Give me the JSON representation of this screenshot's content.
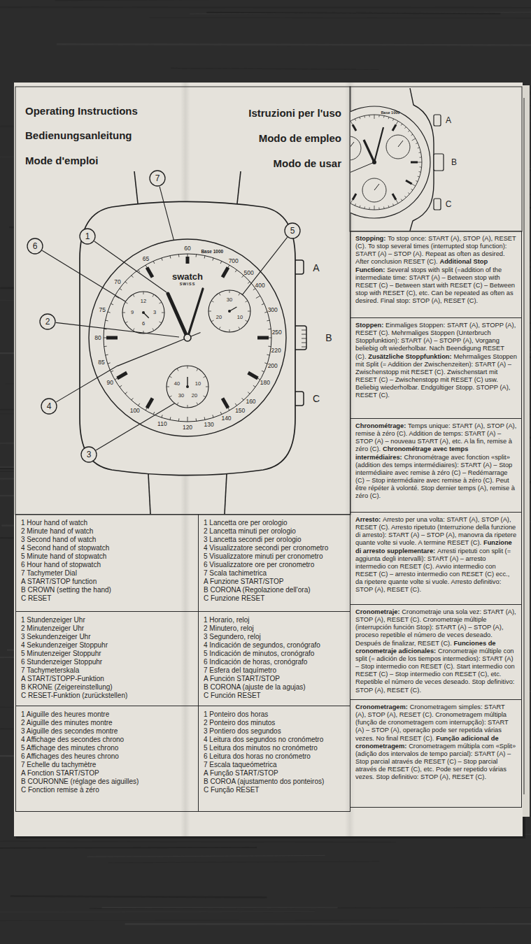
{
  "diagram": {
    "nodes": [
      {
        "text": [
          "1"
        ]
      },
      {
        "text": [
          "2"
        ]
      },
      {
        "text": [
          "3"
        ]
      },
      {
        "text": [
          "4"
        ]
      },
      {
        "text": [
          "5"
        ]
      },
      {
        "text": [
          "6"
        ]
      },
      {
        "text": [
          "7"
        ]
      },
      {
        "text": [
          "1 Hour hand of watch",
          "2 Minute hand of watch",
          "3 Second hand of watch",
          "4 Second hand of stopwatch",
          "5 Minute hand of stopwatch",
          "6 Hour hand of stopwatch",
          "7 Tachymeter Dial",
          "A START/STOP function",
          "B CROWN (setting the hand)",
          "C RESET"
        ]
      },
      {
        "text": [
          "1 Lancetta ore per orologio",
          "2 Lancetta minuti per orologio",
          "3 Lancetta secondi per orologio",
          "4 Visualizzatore secondi per cronometro",
          "5 Visualizzatore minuti per cronometro",
          "6 Visualizzatore ore per cronometro",
          "7 Scala tachimetrica",
          "A Funzione START/STOP",
          "B CORONA (Regolazione dell'ora)",
          "C Funzione RESET"
        ]
      },
      {
        "text": [
          "1 Stundenzeiger Uhr",
          "2 Minutenzeiger Uhr",
          "3 Sekundenzeiger Uhr",
          "4 Sekundenzeiger Stoppuhr",
          "5 Minutenzeiger Stoppuhr",
          "6 Stundenzeiger Stoppuhr",
          "7 Tachymeterskala",
          "A START/STOPP-Funktion",
          "B KRONE (Zeigereinstellung)",
          "C RESET-Funktion (zurückstellen)"
        ]
      },
      {
        "text": [
          "1 Horario, reloj",
          "2 Minutero, reloj",
          "3 Segundero, reloj",
          "4 Indicación de segundos, cronógrafo",
          "5 Indicación de minutos, cronógrafo",
          "6 Indicación de horas, cronógrafo",
          "7 Esfera del taquímetro",
          "A Función START/STOP",
          "B CORONA (ajuste de la agujas)",
          "C Función RESET"
        ]
      },
      {
        "text": [
          "1 Aiguille des heures montre",
          "2 Aiguille des minutes montre",
          "3 Aiguille des secondes montre",
          "4 Affichage des secondes chrono",
          "5 Affichage des minutes chrono",
          "6 Affichages des heures chrono",
          "7 Echelle du tachymètre",
          "A Fonction START/STOP",
          "B COURONNE (réglage des aiguilles)",
          "C Fonction remise à zéro"
        ]
      },
      {
        "text": [
          "1 Ponteiro dos horas",
          "2 Ponteiro dos minutos",
          "3 Pontiero dos segundos",
          "4 Leitura dos segundos no cronómetro",
          "5 Leitura dos minutos no cronómetro",
          "6 Leitura dos horas no cronómetro",
          "7 Escala taqueómetrica",
          "A Função START/STOP",
          "B COROA (ajustamento dos ponteiros)",
          "C Função RESET"
        ]
      },
      {
        "text": [
          "Stopping:",
          "To stop once: START (A), STOP (A), RESET (C). To stop several times (interrupted stop function): START (A) – STOP (A). Repeat as often as desired. After conclusion RESET (C).",
          "Additional Stop Function:",
          "Several stops with split (=addition of the intermediate time: START (A) – Between stop with RESET (C) – Between start with RESET (C) – Between stop with RESET (C), etc. Can be repeated as often as desired. Final stop: STOP (A), RESET (C)."
        ]
      },
      {
        "text": [
          "Stoppen:",
          "Einmaliges Stoppen: START (A), STOPP (A), RESET (C). Mehrmaliges Stoppen (Unterbruch Stoppfunktion): START (A) – STOPP (A), Vorgang beliebig oft wiederholbar. Nach Beendigung RESET (C).",
          "Zusätzliche Stoppfunktion:",
          "Mehrmaliges Stoppen mit Split (= Addition der Zwischenzeiten): START (A) – Zwischenstopp mit RESET (C). Zwischenstart mit RESET (C) – Zwischenstopp mit RESET (C) usw. Beliebig wiederholbar. Endgültiger Stopp. STOPP (A), RESET (C)."
        ]
      },
      {
        "text": [
          "Chronométrage:",
          "Temps unique: START (A), STOP (A), remise à zéro (C). Addition de temps: START (A) – STOP (A) – nouveau START (A), etc. A la fin, remise à zéro (C).",
          "Chronométrage avec temps intermédiaires:",
          "Chronométrage avec fonction «split» (addition des temps intermédiaires): START (A) – Stop intermédiaire avec remise à zéro (C) – Redémarrage (C) – Stop intermédiaire avec remise à zéro (C). Peut être répéter à volonté. Stop dernier temps (A), remise à zéro (C)."
        ]
      },
      {
        "text": [
          "Arresto:",
          "Arresto per una volta: START (A), STOP (A), RESET (C). Arresto ripetuto (Interruzione della funzione di arresto): START (A) – STOP (A), manovra da ripetere quante volte si vuole. A termine RESET (C).",
          "Funzione di arresto supplementare:",
          "Arresti ripetuti con split (= aggiunta degli intervalli): START (A) – arresto intermedio con RESET (C). Avvio intermedio con RESET (C) – arresto intermedio con RESET (C) ecc., da ripetere quante volte si vuole. Arresto definitivo: STOP (A), RESET (C)."
        ]
      },
      {
        "text": [
          "Cronometraje:",
          "Cronometraje una sola vez: START (A), STOP (A), RESET (C). Cronometraje múltiple (interrupción función Stop): START (A) – STOP (A), proceso repetible el número de veces deseado. Después de finalizar, RESET (C).",
          "Funciones de cronometraje adicionales:",
          "Cronometraje múltiple con split (= adición de los tiempos intermedios): START (A) – Stop intermedio con RESET (C). Start intermedio con RESET (C) – Stop intermedio con RESET (C), etc. Repetible el número de veces deseado. Stop definitivo: STOP (A), RESET (C)."
        ]
      },
      {
        "text": [
          "Cronometragem:",
          "Cronometragem simples: START (A), STOP (A), RESET (C). Cronometragem múltipla (função de cronometragem com interrupção): START (A) – STOP (A), operação pode ser repetida várias vezes. No final RESET (C).",
          "Função adicional de cronometragem:",
          "Cronometragem múltipla com «Split» (adição dos intervalos de tempo parcial): START (A) – Stop parcial através de RESET (C) – Stop parcial através de RESET (C), etc. Pode ser repetido várias vezes. Stop definitivo: STOP (A), RESET (C)."
        ]
      }
    ],
    "labels": [
      "Operating Instructions",
      "Bedienungsanleitung",
      "Mode d'emploi",
      "Istruzioni per l'uso",
      "Modo de empleo",
      "Modo de usar",
      "swatch",
      "SWISS",
      "Base 1000",
      "60",
      "65",
      "70",
      "75",
      "80",
      "85",
      "90",
      "100",
      "110",
      "120",
      "130",
      "140",
      "150",
      "160",
      "180",
      "200",
      "220",
      "250",
      "300",
      "400",
      "500",
      "700",
      "12",
      "3",
      "6",
      "9",
      "30",
      "10",
      "20",
      "40",
      "10",
      "30",
      "20",
      "A",
      "B",
      "C",
      "Base 1000",
      "A",
      "B",
      "C"
    ]
  }
}
